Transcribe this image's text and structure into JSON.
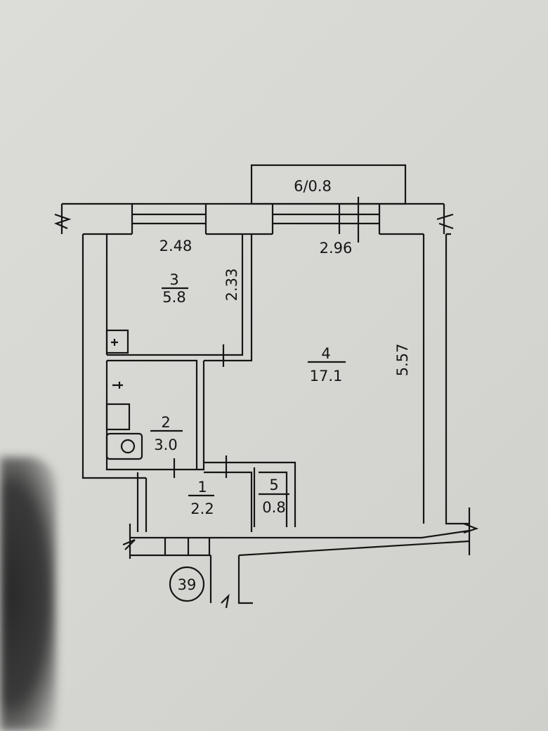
{
  "plan": {
    "balcony_label": "6/0.8",
    "dimensions": {
      "room3_width": "2.48",
      "room4_width": "2.96",
      "room3_length": "2.33",
      "room4_length": "5.57"
    },
    "rooms": [
      {
        "number": "1",
        "area": "2.2"
      },
      {
        "number": "2",
        "area": "3.0"
      },
      {
        "number": "3",
        "area": "5.8"
      },
      {
        "number": "4",
        "area": "17.1"
      },
      {
        "number": "5",
        "area": "0.8"
      }
    ],
    "apartment_number": "39"
  }
}
